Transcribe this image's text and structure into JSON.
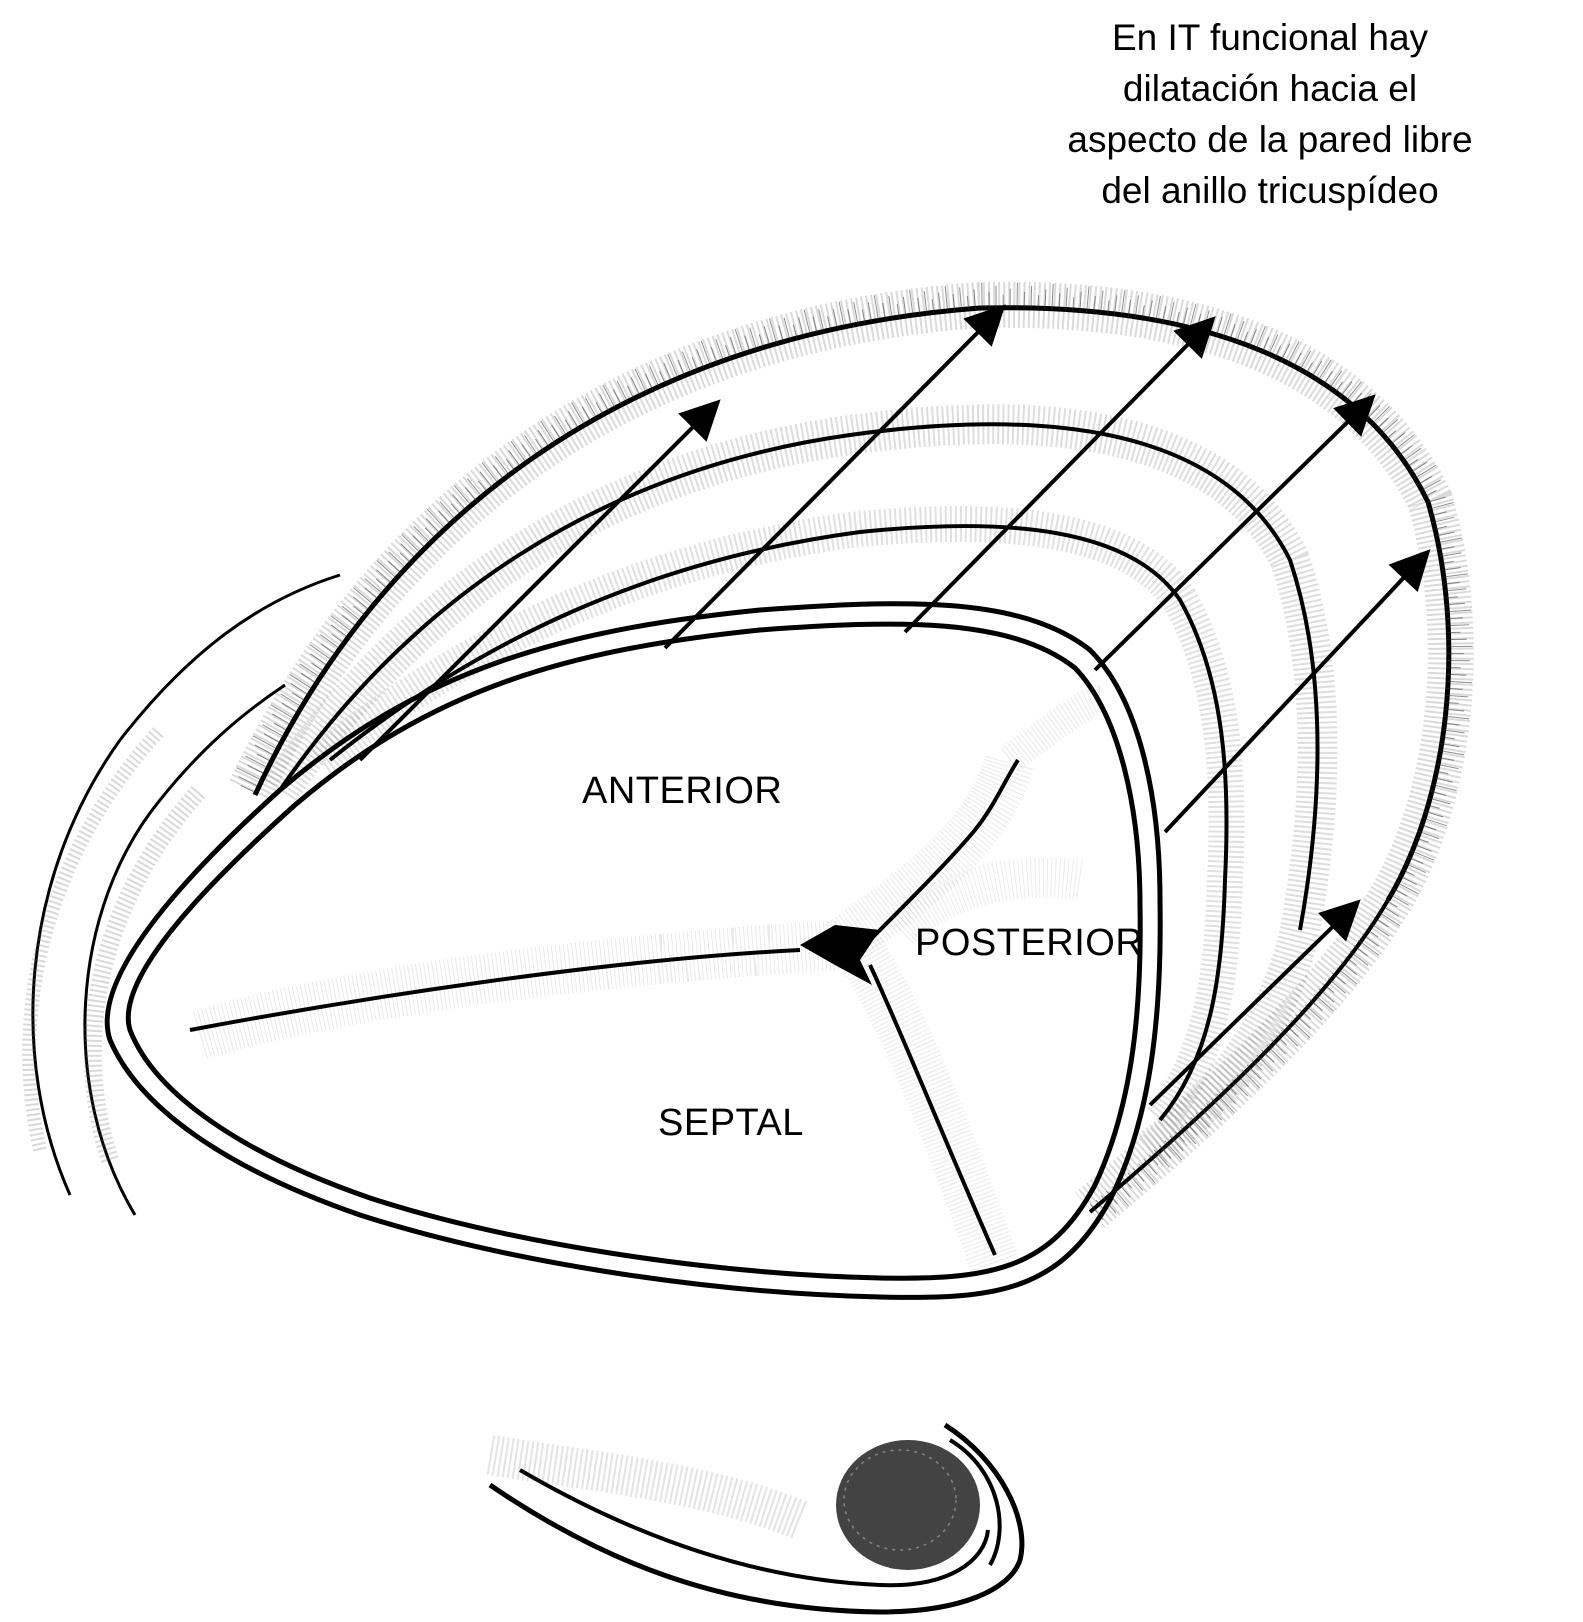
{
  "caption": {
    "lines": [
      "En IT funcional hay",
      "dilatación hacia el",
      "aspecto de la pared libre",
      "del anillo tricuspídeo"
    ]
  },
  "leaflets": {
    "anterior": "ANTERIOR",
    "posterior": "POSTERIOR",
    "septal": "SEPTAL"
  },
  "colors": {
    "ink": "#000000",
    "paper": "#ffffff",
    "hatch": "#4a4a4a"
  }
}
